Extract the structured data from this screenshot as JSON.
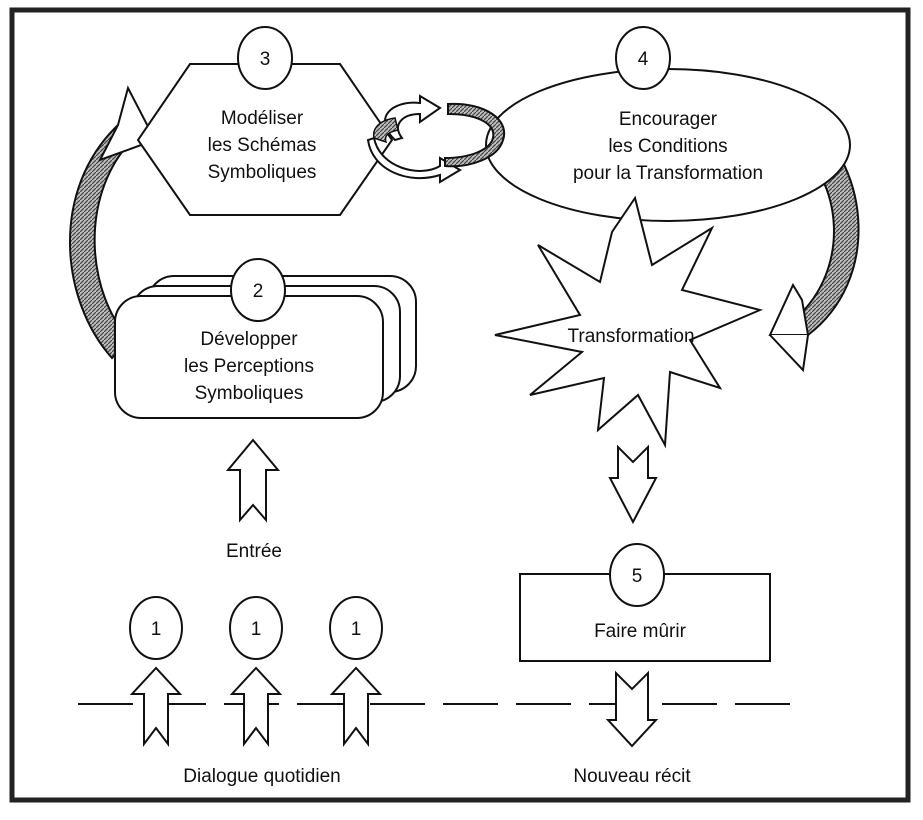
{
  "nodes": {
    "step1": {
      "number": "1"
    },
    "step2": {
      "number": "2",
      "lines": [
        "Développer",
        "les Perceptions",
        "Symboliques"
      ]
    },
    "step3": {
      "number": "3",
      "lines": [
        "Modéliser",
        "les Schémas",
        "Symboliques"
      ]
    },
    "step4": {
      "number": "4",
      "lines": [
        "Encourager",
        "les Conditions",
        "pour la Transformation"
      ]
    },
    "transformation": {
      "label": "Transformation"
    },
    "step5": {
      "number": "5",
      "label": "Faire mûrir"
    }
  },
  "labels": {
    "entree": "Entrée",
    "dialogue": "Dialogue quotidien",
    "nouveau_recit": "Nouveau récit"
  }
}
